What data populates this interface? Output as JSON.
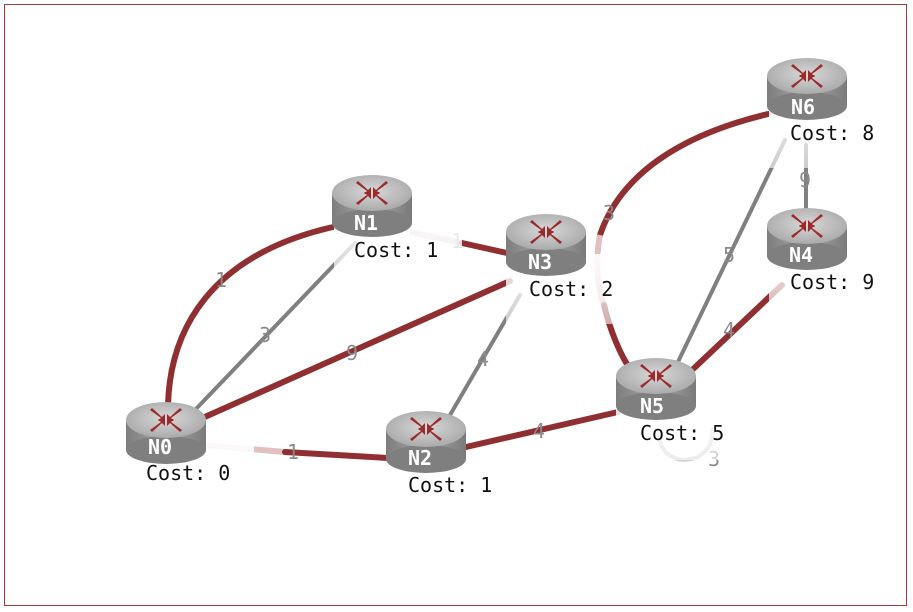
{
  "colors": {
    "active": "#8f2f31",
    "inactive": "#808080",
    "pale": "#e2c0c0",
    "selfloop": "#cfcfcf"
  },
  "nodes": [
    {
      "id": "N0",
      "name": "N0",
      "cost_label": "Cost: 0"
    },
    {
      "id": "N1",
      "name": "N1",
      "cost_label": "Cost: 1"
    },
    {
      "id": "N2",
      "name": "N2",
      "cost_label": "Cost: 1"
    },
    {
      "id": "N3",
      "name": "N3",
      "cost_label": "Cost: 2"
    },
    {
      "id": "N4",
      "name": "N4",
      "cost_label": "Cost: 9"
    },
    {
      "id": "N5",
      "name": "N5",
      "cost_label": "Cost: 5"
    },
    {
      "id": "N6",
      "name": "N6",
      "cost_label": "Cost: 8"
    }
  ],
  "edges": [
    {
      "id": "N0-N1",
      "weight": "1",
      "state": "active"
    },
    {
      "id": "N0-N1b",
      "weight": "3",
      "state": "inactive"
    },
    {
      "id": "N0-N3",
      "weight": "9",
      "state": "active"
    },
    {
      "id": "N0-N2",
      "weight": "1",
      "state": "active"
    },
    {
      "id": "N1-N3",
      "weight": "1",
      "state": "active"
    },
    {
      "id": "N2-N3",
      "weight": "4",
      "state": "inactive"
    },
    {
      "id": "N2-N5",
      "weight": "4",
      "state": "active"
    },
    {
      "id": "N3-N6",
      "weight": "3",
      "state": "active"
    },
    {
      "id": "N5-N6",
      "weight": "5",
      "state": "inactive"
    },
    {
      "id": "N6-N4",
      "weight": "9",
      "state": "inactive"
    },
    {
      "id": "N5-N4",
      "weight": "4",
      "state": "active"
    },
    {
      "id": "N5-N5",
      "weight": "3",
      "state": "selfloop"
    }
  ]
}
